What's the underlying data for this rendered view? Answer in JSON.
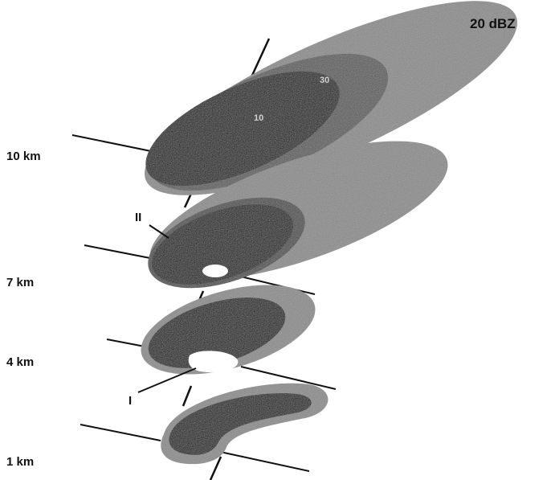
{
  "colors": {
    "outer_echo": "#8a8a8a",
    "mid_echo": "#5a5a5a",
    "core_echo": "#0c0c0c",
    "weak_echo_vault": "#ffffff",
    "background": "#ffffff"
  },
  "altitude_labels": [
    "10 km",
    "7 km",
    "4 km",
    "1 km"
  ],
  "contour_labels": {
    "outer": "20 dBZ",
    "upper_mid": "30",
    "upper_core": "10"
  },
  "vault_markers": {
    "upper": "II",
    "lower": "I"
  }
}
